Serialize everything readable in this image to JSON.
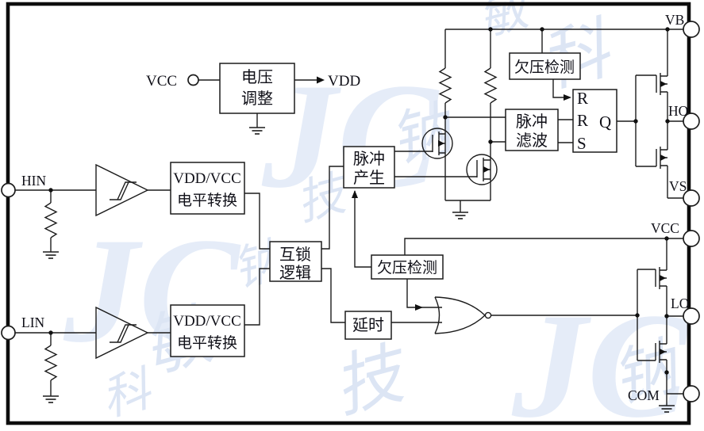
{
  "diagram": {
    "pins": {
      "hin": "HIN",
      "lin": "LIN",
      "vb": "VB",
      "ho": "HO",
      "vs": "VS",
      "vcc": "VCC",
      "lo": "LO",
      "com": "COM"
    },
    "nets": {
      "vcc_in": "VCC",
      "vdd_out": "VDD"
    },
    "blocks": {
      "vreg": {
        "line1": "电压",
        "line2": "调整"
      },
      "hin_shift": {
        "line1": "VDD/VCC",
        "line2": "电平转换"
      },
      "lin_shift": {
        "line1": "VDD/VCC",
        "line2": "电平转换"
      },
      "interlock": {
        "line1": "互锁",
        "line2": "逻辑"
      },
      "pulse_gen": {
        "line1": "脉冲",
        "line2": "产生"
      },
      "pulse_filter": {
        "line1": "脉冲",
        "line2": "滤波"
      },
      "uvlo_high": {
        "label": "欠压检测"
      },
      "uvlo_low": {
        "label": "欠压检测"
      },
      "delay": {
        "label": "延时"
      }
    },
    "latch": {
      "r1": "R",
      "r2": "R",
      "s": "S",
      "q": "Q"
    },
    "watermark": {
      "logo": "JC",
      "glyphs": [
        "钠",
        "敏",
        "科",
        "技"
      ]
    },
    "colors": {
      "line": "#1c1c1c",
      "watermark": "#c9d8f1",
      "background": "#ffffff"
    }
  }
}
